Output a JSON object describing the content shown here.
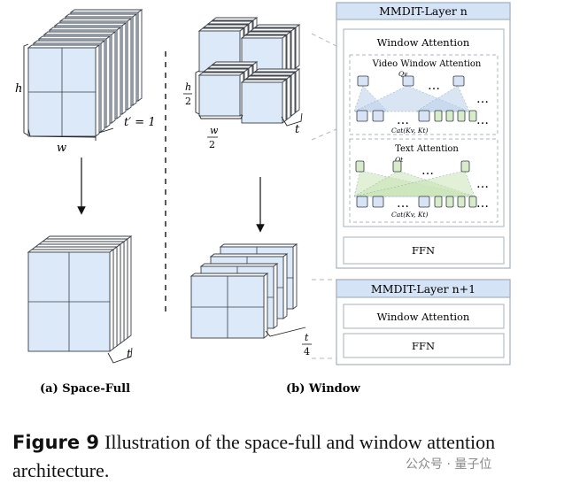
{
  "labels": {
    "h": "h",
    "w": "w",
    "t_prime": "t′ = 1",
    "t_left": "t",
    "h_num": "h",
    "h_den": "2",
    "w_num": "w",
    "w_den": "2",
    "t_right_top": "t",
    "t_num": "t",
    "t_den": "4",
    "sub_a": "(a) Space-Full",
    "sub_b": "(b) Window"
  },
  "layer_n": {
    "title": "MMDIT-Layer n",
    "window_attention": "Window Attention",
    "video_window_attention": "Video Window Attention",
    "q_v": "Qv",
    "cat_top": "Cat(Kv, Kt)",
    "text_attention": "Text Attention",
    "q_t": "Qt",
    "cat_bottom": "Cat(Kv, Kt)",
    "ffn": "FFN",
    "dots": "…"
  },
  "layer_n1": {
    "title": "MMDIT-Layer n+1",
    "window_attention": "Window Attention",
    "ffn": "FFN"
  },
  "caption": {
    "figure_label": "Figure 9",
    "text": "Illustration of the space-full and window attention architecture."
  },
  "watermark": "公众号 · 量子位",
  "colors": {
    "cube_face": "#dbe9f8",
    "cube_edge": "#3a3f49",
    "header_fill": "#d5e3f6",
    "panel_border": "#a7b1bd",
    "video_token": "#d8e4f5",
    "text_token": "#d9ecc9",
    "video_attn": "#bcd0ea",
    "text_attn": "#c9e4b5"
  }
}
